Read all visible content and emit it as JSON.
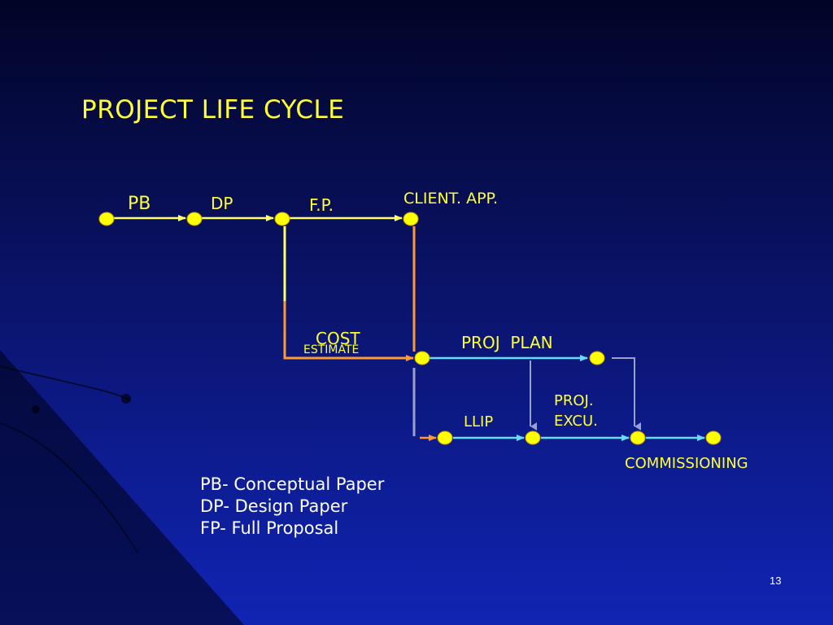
{
  "slide": {
    "title": "PROJECT LIFE CYCLE",
    "page_number": "13"
  },
  "diagram": {
    "labels": {
      "pb": "PB",
      "dp": "DP",
      "fp": "F.P.",
      "client_app": "CLIENT. APP.",
      "cost": "COST",
      "estimate": "ESTIMATE",
      "proj_plan": "PROJ  PLAN",
      "proj_excu_line1": "PROJ.",
      "proj_excu_line2": "EXCU.",
      "llip": "LLIP",
      "commissioning": "COMMISSIONING"
    },
    "colors": {
      "node": "#ffff00",
      "label": "#ffff33",
      "yellow_line": "#ffff66",
      "orange_line": "#ff9933",
      "cyan_line": "#66ddff",
      "gray_line": "#9aa0c8"
    }
  },
  "legend": {
    "pb": "PB- Conceptual Paper",
    "dp": "DP- Design Paper",
    "fp": "FP- Full Proposal"
  }
}
